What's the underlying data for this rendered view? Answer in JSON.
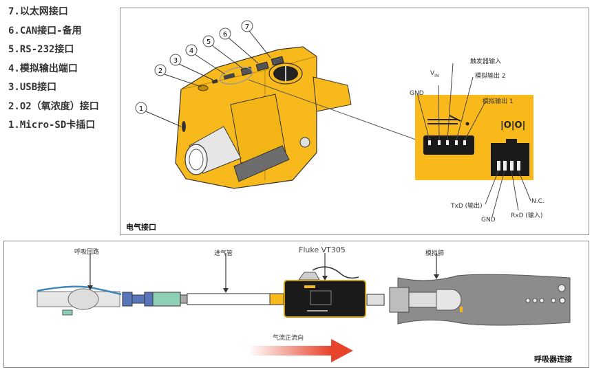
{
  "legend": {
    "items": [
      "7.以太网接口",
      "6.CAN接口-备用",
      "5.RS-232接口",
      "4.模拟输出端口",
      "3.USB接口",
      "2.O2（氧浓度）接口",
      "1.Micro-SD卡插口"
    ]
  },
  "top_panel": {
    "caption": "电气接口",
    "callouts": [
      "1",
      "2",
      "3",
      "4",
      "5",
      "6",
      "7"
    ],
    "connector_labels": {
      "trigger_in": "触发器输入",
      "vin": "V",
      "vin_sub": "IN",
      "analog_out_2": "模拟输出 2",
      "gnd_top": "GND",
      "analog_out_1": "模拟输出 1",
      "ethernet_symbol": "|O|O|",
      "txd": "TxD (输出)",
      "gnd_bottom": "GND",
      "rxd": "RxD (输入)",
      "nc": "N.C."
    },
    "colors": {
      "device_yellow": "#f7b91c",
      "panel_yellow": "#f9b91a",
      "connector_black": "#1a1a1a"
    }
  },
  "bottom_panel": {
    "caption": "呼吸器连接",
    "labels": {
      "breathing_circuit": "呼吸回路",
      "inlet_tube": "进气管",
      "device": "Fluke VT305",
      "test_lung": "模拟肺",
      "flow_direction": "气流正流向"
    },
    "colors": {
      "arrow_red": "#e8432b",
      "hose_blue": "#3d86b5",
      "lung_gray": "#8c8c8c"
    }
  }
}
